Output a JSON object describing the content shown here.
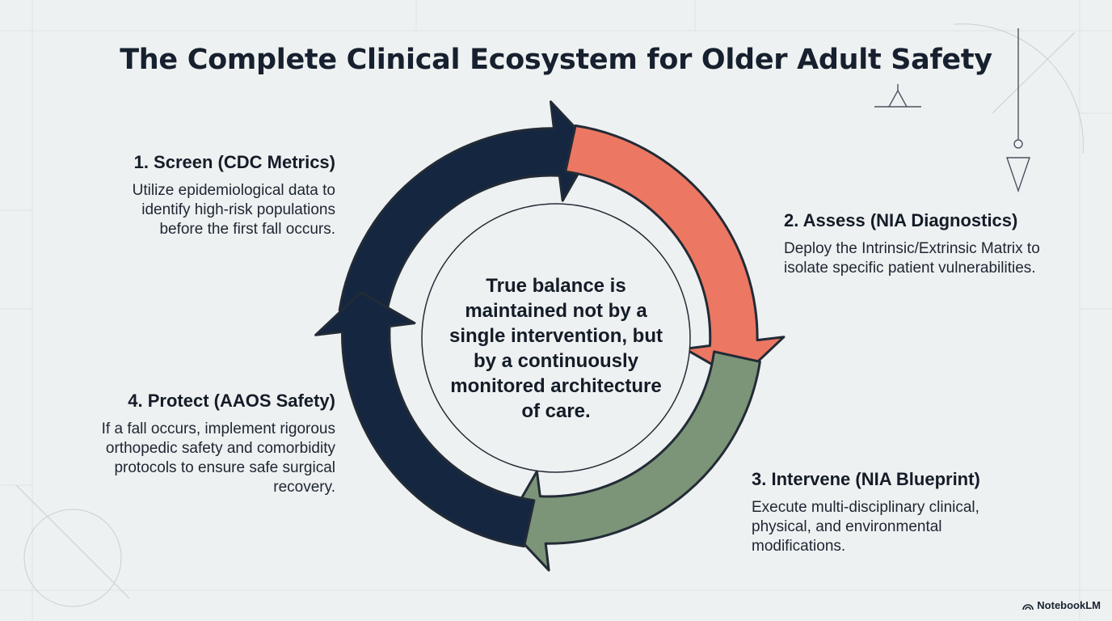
{
  "title": "The Complete Clinical Ecosystem for Older Adult Safety",
  "center_message": "True balance is maintained not by a single intervention, but by a continuously monitored architecture of care.",
  "steps": [
    {
      "heading": "1. Screen (CDC Metrics)",
      "body": "Utilize epidemiological data to identify high-risk populations before the first fall occurs."
    },
    {
      "heading": "2. Assess (NIA Diagnostics)",
      "body": "Deploy the Intrinsic/Extrinsic Matrix to isolate specific patient vulnerabilities."
    },
    {
      "heading": "3. Intervene (NIA Blueprint)",
      "body": "Execute multi-disciplinary clinical, physical, and environmental modifications."
    },
    {
      "heading": "4. Protect (AAOS Safety)",
      "body": "If a fall occurs, implement rigorous orthopedic safety and comorbidity protocols to ensure safe surgical recovery."
    }
  ],
  "brand": "NotebookLM",
  "colors": {
    "screen": "#152641",
    "assess": "#ec7762",
    "intervene": "#7c9478",
    "protect": "#152641",
    "outline": "#222b36",
    "background": "#eef1f1"
  }
}
